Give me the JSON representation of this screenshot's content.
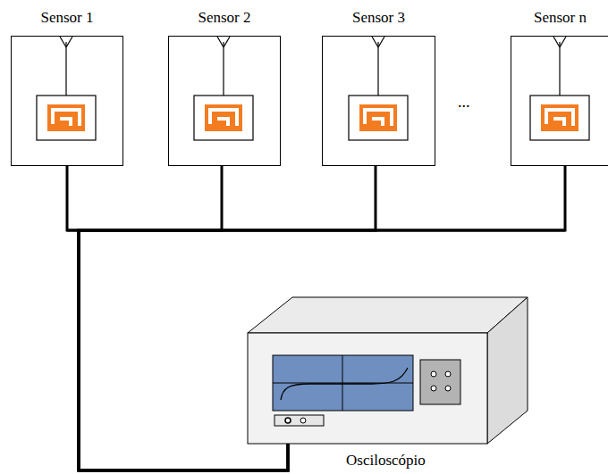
{
  "diagram": {
    "nodes": [
      {
        "text": [
          "Sensor 1"
        ]
      },
      {
        "text": [
          "Sensor 2"
        ]
      },
      {
        "text": [
          "Sensor 3"
        ]
      },
      {
        "text": [
          "Sensor n"
        ]
      },
      {
        "text": [
          "Osciloscópio"
        ]
      }
    ],
    "edges": [
      {
        "from": 0,
        "to": 4,
        "arrow": "none"
      },
      {
        "from": 1,
        "to": 4,
        "arrow": "none"
      },
      {
        "from": 2,
        "to": 4,
        "arrow": "none"
      },
      {
        "from": 3,
        "to": 4,
        "arrow": "none"
      }
    ],
    "labels": [
      "..."
    ]
  }
}
